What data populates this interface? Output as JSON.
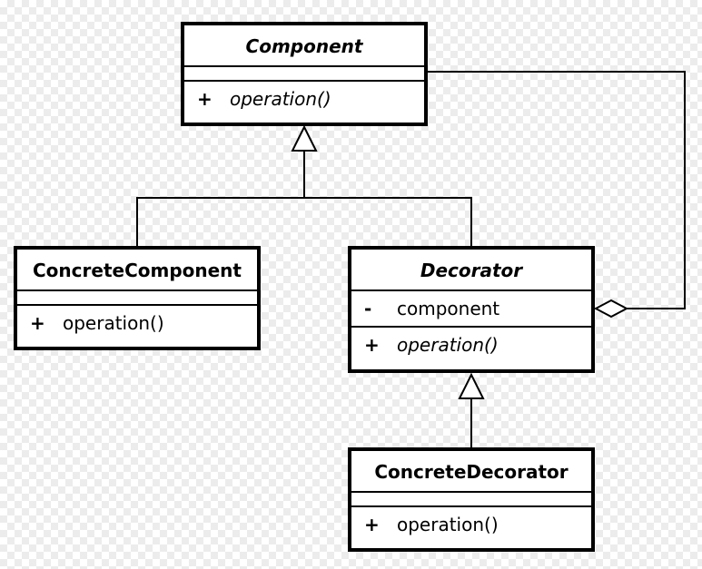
{
  "classes": {
    "component": {
      "name": "Component",
      "abstract": true,
      "operations": [
        {
          "visibility": "+",
          "name": "operation()",
          "abstract": true
        }
      ]
    },
    "concrete_component": {
      "name": "ConcreteComponent",
      "abstract": false,
      "operations": [
        {
          "visibility": "+",
          "name": "operation()",
          "abstract": false
        }
      ]
    },
    "decorator": {
      "name": "Decorator",
      "abstract": true,
      "attributes": [
        {
          "visibility": "-",
          "name": "component"
        }
      ],
      "operations": [
        {
          "visibility": "+",
          "name": "operation()",
          "abstract": true
        }
      ]
    },
    "concrete_decorator": {
      "name": "ConcreteDecorator",
      "abstract": false,
      "operations": [
        {
          "visibility": "+",
          "name": "operation()",
          "abstract": false
        }
      ]
    }
  },
  "relations": [
    {
      "type": "generalization",
      "from": "ConcreteComponent",
      "to": "Component"
    },
    {
      "type": "generalization",
      "from": "Decorator",
      "to": "Component"
    },
    {
      "type": "generalization",
      "from": "ConcreteDecorator",
      "to": "Decorator"
    },
    {
      "type": "aggregation",
      "whole": "Decorator",
      "part": "Component"
    }
  ]
}
